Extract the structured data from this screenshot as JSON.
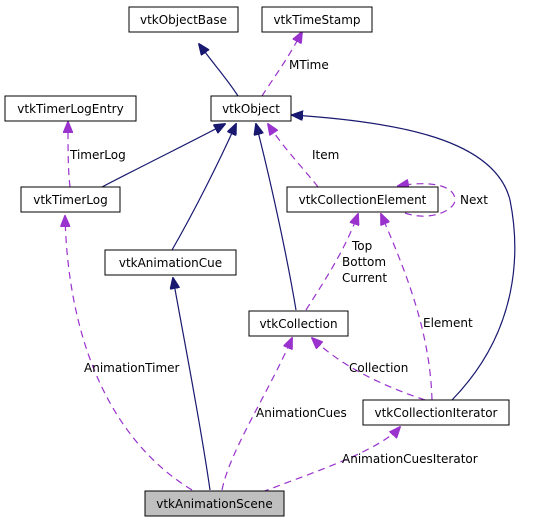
{
  "nodes": {
    "vtkObjectBase": "vtkObjectBase",
    "vtkTimeStamp": "vtkTimeStamp",
    "vtkObject": "vtkObject",
    "vtkTimerLogEntry": "vtkTimerLogEntry",
    "vtkTimerLog": "vtkTimerLog",
    "vtkCollectionElement": "vtkCollectionElement",
    "vtkAnimationCue": "vtkAnimationCue",
    "vtkCollection": "vtkCollection",
    "vtkCollectionIterator": "vtkCollectionIterator",
    "vtkAnimationScene": "vtkAnimationScene"
  },
  "edge_labels": {
    "mtime": "MTime",
    "timerlog": "TimerLog",
    "item": "Item",
    "next": "Next",
    "top": "Top",
    "bottom": "Bottom",
    "current": "Current",
    "element": "Element",
    "animation_timer": "AnimationTimer",
    "collection": "Collection",
    "animation_cues": "AnimationCues",
    "animation_cues_iterator": "AnimationCuesIterator"
  },
  "colors": {
    "inheritance": "#191970",
    "usage": "#9a32cd",
    "focus_fill": "#bfbfbf"
  }
}
